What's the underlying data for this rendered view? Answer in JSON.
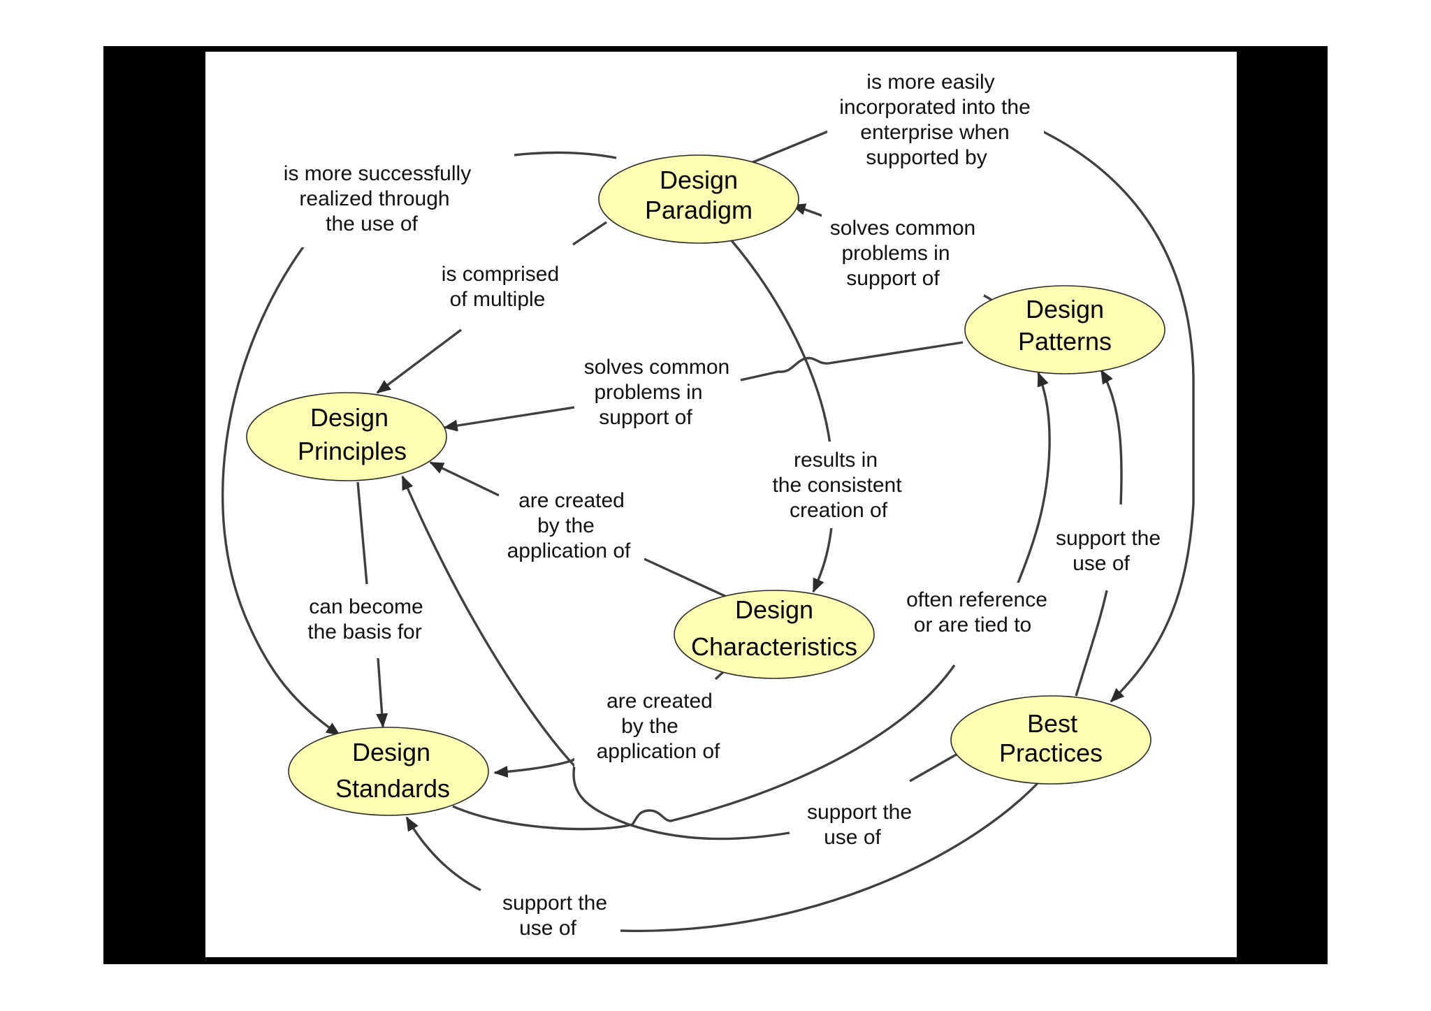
{
  "nodes": {
    "paradigm": [
      "Design",
      "Paradigm"
    ],
    "patterns": [
      "Design",
      "Patterns"
    ],
    "principles": [
      "Design",
      "Principles"
    ],
    "characteristics": [
      "Design",
      "Characteristics"
    ],
    "standards": [
      "Design",
      "Standards"
    ],
    "best_practices": [
      "Best",
      "Practices"
    ]
  },
  "links": {
    "paradigm_to_principles": [
      "is comprised",
      "of multiple"
    ],
    "principles_realized": [
      "is more successfully",
      "realized through",
      "the use of"
    ],
    "paradigm_incorporated": [
      "is more easily",
      "incorporated into the",
      "enterprise when",
      "supported by"
    ],
    "patterns_solve_paradigm": [
      "solves common",
      "problems in",
      "support of"
    ],
    "patterns_solve_principles": [
      "solves common",
      "problems in",
      "support of"
    ],
    "paradigm_results_in": [
      "results in",
      "the consistent",
      "creation of"
    ],
    "principles_basis_for": [
      "can become",
      "the basis for"
    ],
    "characteristics_from_principles": [
      "are created",
      "by the",
      "application of"
    ],
    "standards_from_characteristics": [
      "are created",
      "by the",
      "application of"
    ],
    "standards_reference_patterns": [
      "often reference",
      "or are tied to"
    ],
    "practices_support_patterns": [
      "support the",
      "use of"
    ],
    "practices_support_principles": [
      "support the",
      "use of"
    ],
    "practices_support_standards": [
      "support the",
      "use of"
    ]
  }
}
